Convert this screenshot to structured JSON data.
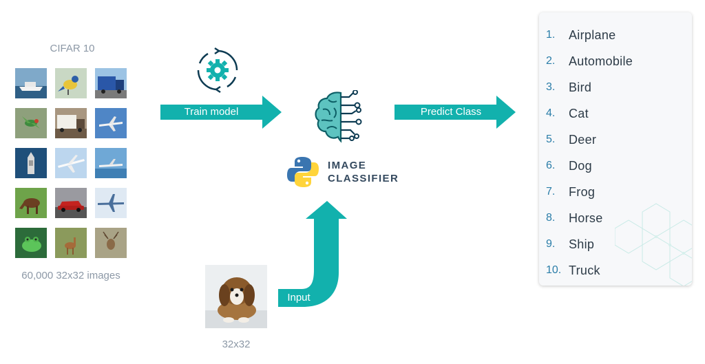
{
  "dataset": {
    "title": "CIFAR 10",
    "caption": "60,000 32x32 images",
    "thumbnails": [
      "ship",
      "bird",
      "truck",
      "bird",
      "truck",
      "airplane",
      "ship",
      "airplane",
      "airplane",
      "horse",
      "automobile",
      "airplane",
      "frog",
      "deer",
      "deer"
    ]
  },
  "train_arrow": {
    "label": "Train model",
    "icon": "gear-cycle-icon"
  },
  "predict_arrow": {
    "label": "Predict Class"
  },
  "classifier": {
    "line1": "IMAGE",
    "line2": "CLASSIFIER",
    "icon": "brain-circuit-icon",
    "logo": "python-logo"
  },
  "input": {
    "label": "Input",
    "caption": "32x32",
    "image": "dog"
  },
  "classes": [
    {
      "num": "1.",
      "name": "Airplane"
    },
    {
      "num": "2.",
      "name": "Automobile"
    },
    {
      "num": "3.",
      "name": "Bird"
    },
    {
      "num": "4.",
      "name": "Cat"
    },
    {
      "num": "5.",
      "name": "Deer"
    },
    {
      "num": "6.",
      "name": "Dog"
    },
    {
      "num": "7.",
      "name": "Frog"
    },
    {
      "num": "8.",
      "name": "Horse"
    },
    {
      "num": "9.",
      "name": "Ship"
    },
    {
      "num": "10.",
      "name": "Truck"
    }
  ],
  "colors": {
    "teal": "#12b1ad",
    "dark_teal": "#0d6e73",
    "brain_fill": "#5dc3c0",
    "text_gray": "#8c98a6",
    "number_blue": "#2a7da8",
    "python_blue": "#3a75b0",
    "python_yellow": "#ffd43b"
  }
}
